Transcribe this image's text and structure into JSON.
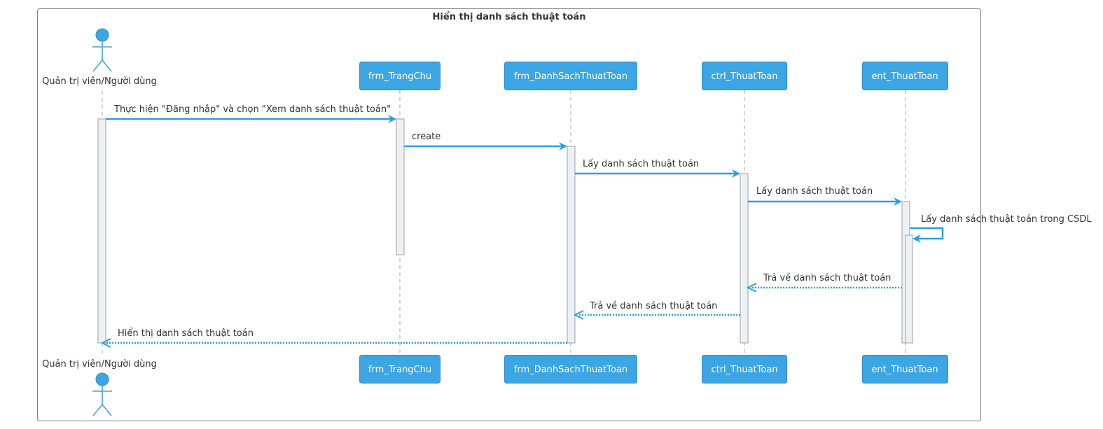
{
  "frame": {
    "title": "Hiển thị danh sách thuật toán"
  },
  "participants": {
    "actor": "Quản trị viên/Người dùng",
    "p1": "frm_TrangChu",
    "p2": "frm_DanhSachThuatToan",
    "p3": "ctrl_ThuatToan",
    "p4": "ent_ThuatToan"
  },
  "messages": [
    {
      "from": "actor",
      "to": "p1",
      "type": "sync",
      "label": "Thực hiện \"Đăng nhập\" và chọn \"Xem danh sách thuật toán\""
    },
    {
      "from": "p1",
      "to": "p2",
      "type": "sync",
      "label": "create"
    },
    {
      "from": "p2",
      "to": "p3",
      "type": "sync",
      "label": "Lấy danh sách thuật toán"
    },
    {
      "from": "p3",
      "to": "p4",
      "type": "sync",
      "label": "Lấy danh sách thuật toán"
    },
    {
      "from": "p4",
      "to": "p4",
      "type": "self",
      "label": "Lấy danh sách thuật toán trong CSDL"
    },
    {
      "from": "p4",
      "to": "p3",
      "type": "return",
      "label": "Trả về danh sách thuật toán"
    },
    {
      "from": "p3",
      "to": "p2",
      "type": "return",
      "label": "Trả về danh sách thuật toán"
    },
    {
      "from": "p2",
      "to": "actor",
      "type": "return",
      "label": "Hiển thị danh sách thuật toán"
    }
  ],
  "colors": {
    "participant": "#3ca5e4",
    "arrow": "#2aa0e0",
    "activation": "#eef1f4"
  }
}
